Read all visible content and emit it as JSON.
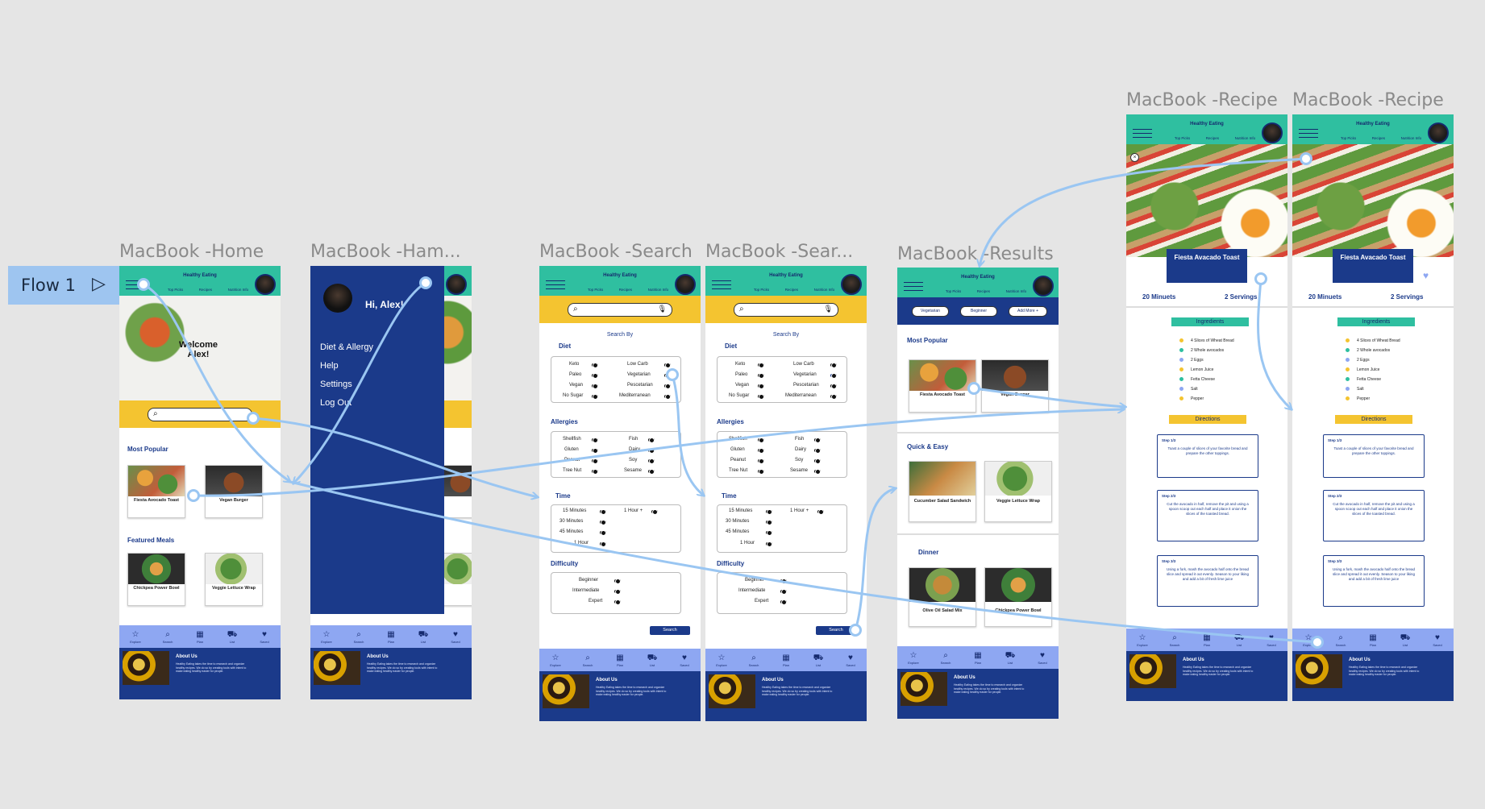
{
  "flow": {
    "label": "Flow 1"
  },
  "frames": {
    "home": "MacBook -Home",
    "hamburger": "MacBook -Ham...",
    "search1": "MacBook -Search",
    "search2": "MacBook -Sear...",
    "results": "MacBook -Results",
    "recipe1": "MacBook -Recipe",
    "recipe2": "MacBook -Recipe"
  },
  "header": {
    "title": "Healthy Eating",
    "nav": [
      "Top Picks",
      "Recipes",
      "Nutrition Info"
    ]
  },
  "home": {
    "welcome": "Welcome Alex!",
    "most_popular": "Most Popular",
    "featured": "Featured Meals",
    "cards": [
      "Fiesta Avocado Toast",
      "Vegan Burger",
      "Chickpea Power Bowl",
      "Veggie Lettuce Wrap"
    ]
  },
  "hamburger": {
    "greeting": "Hi, Alex!",
    "items": [
      "Diet & Allergy",
      "Help",
      "Settings",
      "Log Out"
    ]
  },
  "search": {
    "search_by": "Search By",
    "diet_title": "Diet",
    "diet": [
      "Keto",
      "Low Carb",
      "Paleo",
      "Vegetarian",
      "Vegan",
      "Pescetarian",
      "No Sugar",
      "Mediterranean"
    ],
    "allergies_title": "Allergies",
    "allergies": [
      "Shellfish",
      "Fish",
      "Gluten",
      "Dairy",
      "Peanut",
      "Soy",
      "Tree Nut",
      "Sesame"
    ],
    "time_title": "Time",
    "time": [
      "15 Minutes",
      "1 Hour +",
      "30 Minutes",
      "45 Minutes",
      "1 Hour"
    ],
    "difficulty_title": "Difficulty",
    "difficulty": [
      "Beginner",
      "Intermediate",
      "Expert"
    ],
    "button": "Search"
  },
  "results": {
    "filters": [
      "Vegetarian",
      "Beginner",
      "Add More +"
    ],
    "most_popular": "Most Popular",
    "quick": "Quick & Easy",
    "dinner": "Dinner",
    "cards": [
      "Fiesta Avocado Toast",
      "Vegan Burger",
      "Cucumber Salad Sandwich",
      "Veggie Lettuce Wrap",
      "Olive Oil Salad Mix",
      "Chickpea Power Bowl"
    ]
  },
  "recipe": {
    "title": "Fiesta Avacado Toast",
    "time": "20 Minuets",
    "servings": "2 Servings",
    "ingredients_title": "Ingredients",
    "ingredients": [
      "4 Slices of Wheat Bread",
      "2 Whole avocados",
      "2 Eggs",
      "Lemon Juice",
      "Fetta Cheese",
      "Salt",
      "Pepper"
    ],
    "ingredient_colors": [
      "#f4c430",
      "#2fbfa0",
      "#8ea7f2",
      "#f4c430",
      "#2fbfa0",
      "#8ea7f2",
      "#f4c430"
    ],
    "directions_title": "Directions",
    "steps": [
      {
        "label": "Step 1/3",
        "text": "Toast a couple of slices of your favorite bread and prepare the other toppings."
      },
      {
        "label": "Step 2/3",
        "text": "Cut the avocado in half, remove the pit and using a spoon scoop out each half and place it onion the slices of the toasted bread."
      },
      {
        "label": "Step 3/3",
        "text": "Using a fork, mash the avocado half onto the bread slice and spread it out evenly. Season to your liking and add a bit of fresh lime juice"
      }
    ]
  },
  "tabs": [
    "Explore",
    "Search",
    "Plan",
    "List",
    "Saved"
  ],
  "about": {
    "title": "About Us",
    "text": "Healthy Eating takes the time to research and organize healthy recipes. We do so by creating tools with intent to make eating healthy easier for people."
  },
  "colors": {
    "teal": "#2fbfa0",
    "navy": "#1b3a8a",
    "yellow": "#f4c430",
    "periwinkle": "#8ea7f2",
    "wire": "#9ac6f2"
  }
}
